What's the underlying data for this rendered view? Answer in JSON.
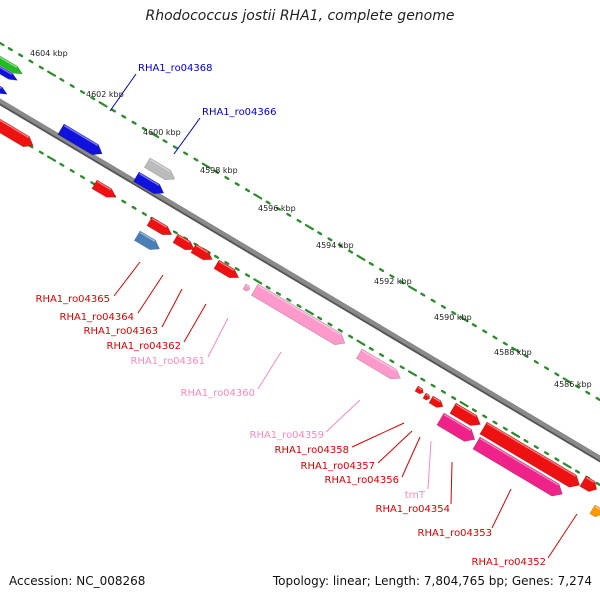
{
  "title": "Rhodococcus jostii RHA1, complete genome",
  "footer": {
    "accession": "Accession: NC_008268",
    "topology": "Topology: linear; Length: 7,804,765 bp; Genes: 7,274"
  },
  "colors": {
    "backbone": "#8a8a8a",
    "ruler": "#2e8b2e",
    "red": "#ee1111",
    "blue": "#1111dd",
    "green": "#22bb22",
    "gray": "#bbbbbb",
    "steel": "#4a7fb5",
    "pink": "#ff99cc",
    "magenta": "#ee2288",
    "orange": "#ff9900",
    "label_red": "#dd0000",
    "label_blue": "#0000cc",
    "label_pink": "#ff88bb"
  },
  "scale_ticks": [
    {
      "label": "4604 kbp"
    },
    {
      "label": "4602 kbp"
    },
    {
      "label": "4600 kbp"
    },
    {
      "label": "4598 kbp"
    },
    {
      "label": "4596 kbp"
    },
    {
      "label": "4594 kbp"
    },
    {
      "label": "4592 kbp"
    },
    {
      "label": "4590 kbp"
    },
    {
      "label": "4588 kbp"
    },
    {
      "label": "4586 kbp"
    }
  ],
  "gene_labels": [
    {
      "text": "RHA1_ro04368",
      "color": "blue"
    },
    {
      "text": "RHA1_ro04366",
      "color": "blue"
    },
    {
      "text": "RHA1_ro04365",
      "color": "red"
    },
    {
      "text": "RHA1_ro04364",
      "color": "red"
    },
    {
      "text": "RHA1_ro04363",
      "color": "red"
    },
    {
      "text": "RHA1_ro04362",
      "color": "red"
    },
    {
      "text": "RHA1_ro04361",
      "color": "pink"
    },
    {
      "text": "RHA1_ro04360",
      "color": "pink"
    },
    {
      "text": "RHA1_ro04359",
      "color": "pink"
    },
    {
      "text": "RHA1_ro04358",
      "color": "red"
    },
    {
      "text": "RHA1_ro04357",
      "color": "red"
    },
    {
      "text": "RHA1_ro04356",
      "color": "red"
    },
    {
      "text": "trnT",
      "color": "pink"
    },
    {
      "text": "RHA1_ro04354",
      "color": "red"
    },
    {
      "text": "RHA1_ro04353",
      "color": "red"
    },
    {
      "text": "RHA1_ro04352",
      "color": "red"
    }
  ]
}
